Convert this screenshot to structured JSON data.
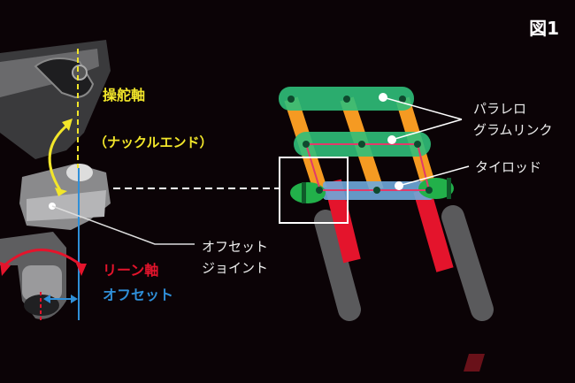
{
  "figure_label": "図1",
  "left": {
    "steering_axis": "操舵軸",
    "steering_axis_sub": "（ナックルエンド）",
    "offset_joint_line1": "オフセット",
    "offset_joint_line2": "ジョイント",
    "lean_axis": "リーン軸",
    "offset": "オフセット"
  },
  "right": {
    "parallelogram_line1": "パラレロ",
    "parallelogram_line2": "グラムリンク",
    "tie_rod": "タイロッド"
  },
  "colors": {
    "yellow": "#f2e62a",
    "red": "#e4142c",
    "blue": "#2f8fd8",
    "green": "#2fbf7a",
    "orange": "#f59a22",
    "tyre": "#5a5a5c"
  }
}
